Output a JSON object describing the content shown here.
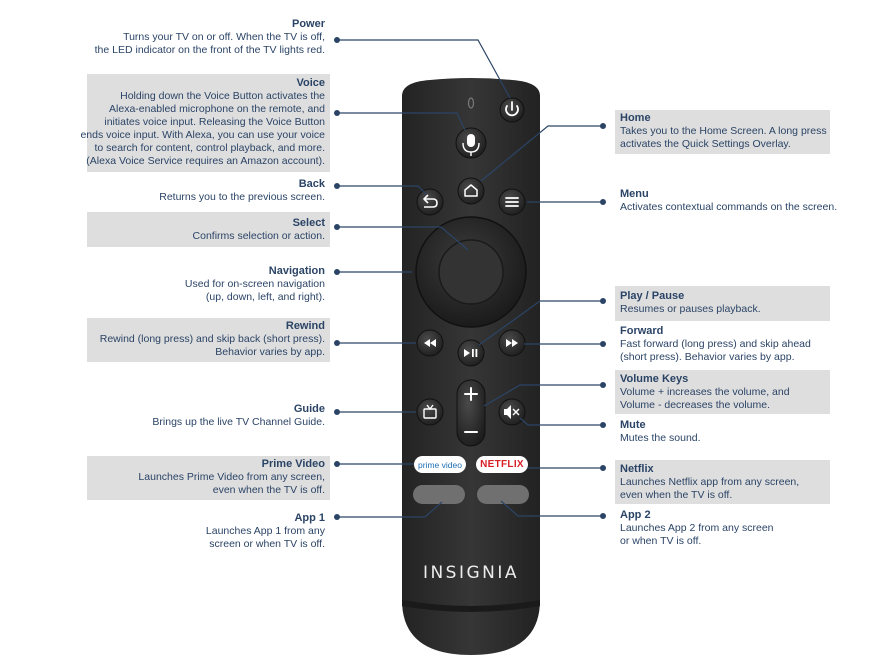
{
  "left": [
    {
      "id": "power",
      "title": "Power",
      "desc": "Turns your TV on or off. When the TV is off,\nthe LED indicator on the front of the TV lights red."
    },
    {
      "id": "voice",
      "title": "Voice",
      "desc": "Holding down the Voice Button activates the\nAlexa-enabled microphone on the remote, and\ninitiates voice input. Releasing the Voice Button\nends voice input. With Alexa, you can use your voice\nto search for content, control playback, and more.\n(Alexa Voice Service requires an Amazon account)."
    },
    {
      "id": "back",
      "title": "Back",
      "desc": "Returns you to the previous screen."
    },
    {
      "id": "select",
      "title": "Select",
      "desc": "Confirms selection or action."
    },
    {
      "id": "navigation",
      "title": "Navigation",
      "desc": "Used for on-screen navigation\n(up, down, left, and right)."
    },
    {
      "id": "rewind",
      "title": "Rewind",
      "desc": "Rewind (long press) and skip back (short press).\nBehavior varies by app."
    },
    {
      "id": "guide",
      "title": "Guide",
      "desc": "Brings up the live TV Channel Guide."
    },
    {
      "id": "prime",
      "title": "Prime Video",
      "desc": "Launches Prime Video from any screen,\neven when the TV is off."
    },
    {
      "id": "app1",
      "title": "App 1",
      "desc": "Launches App 1 from any\nscreen or when TV is off."
    }
  ],
  "right": [
    {
      "id": "home",
      "title": "Home",
      "desc": "Takes you to the Home Screen. A long press\nactivates the Quick Settings Overlay."
    },
    {
      "id": "menu",
      "title": "Menu",
      "desc": "Activates contextual commands on the screen."
    },
    {
      "id": "playpause",
      "title": "Play / Pause",
      "desc": "Resumes or pauses playback."
    },
    {
      "id": "forward",
      "title": "Forward",
      "desc": "Fast forward (long press) and skip ahead\n(short press). Behavior varies by app."
    },
    {
      "id": "volume",
      "title": "Volume Keys",
      "desc": "Volume + increases the volume, and\nVolume - decreases the volume."
    },
    {
      "id": "mute",
      "title": "Mute",
      "desc": "Mutes the sound."
    },
    {
      "id": "netflix",
      "title": "Netflix",
      "desc": "Launches Netflix app from any screen,\neven when the TV is off."
    },
    {
      "id": "app2",
      "title": "App 2",
      "desc": "Launches App 2 from any screen\nor when TV is off."
    }
  ],
  "remote": {
    "brand": "INSIGNIA",
    "prime_label": "prime video",
    "netflix_label": "NETFLIX"
  },
  "colors": {
    "callout": "#2b4466",
    "panel": "#dedede",
    "remote_body": "#2d2d2d",
    "netflix_red": "#d81f26"
  }
}
